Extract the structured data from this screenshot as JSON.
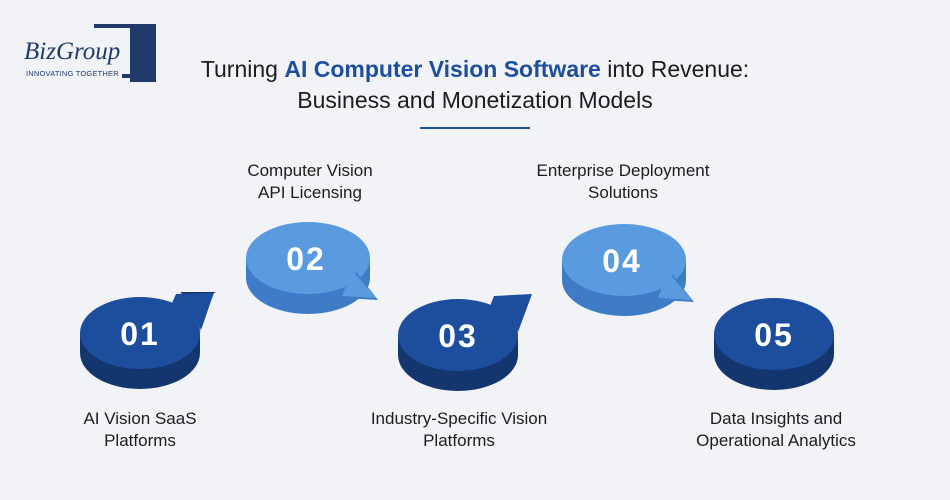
{
  "logo": {
    "brand": "BizGroup",
    "tagline": "INNOVATING TOGETHER"
  },
  "title": {
    "prefix": "Turning ",
    "highlight": "AI Computer Vision Software",
    "suffix": " into Revenue:",
    "line2": "Business and Monetization Models"
  },
  "steps": [
    {
      "number": "01",
      "label_line1": "AI Vision SaaS",
      "label_line2": "Platforms"
    },
    {
      "number": "02",
      "label_line1": "Computer Vision",
      "label_line2": "API Licensing"
    },
    {
      "number": "03",
      "label_line1": "Industry-Specific Vision",
      "label_line2": "Platforms"
    },
    {
      "number": "04",
      "label_line1": "Enterprise Deployment",
      "label_line2": "Solutions"
    },
    {
      "number": "05",
      "label_line1": "Data Insights and",
      "label_line2": "Operational Analytics"
    }
  ],
  "colors": {
    "dark_top": "#1d4e9e",
    "dark_side": "#14366f",
    "light_top": "#5a9be0",
    "light_side": "#3f7cc7",
    "highlight": "#1d4e9e"
  }
}
